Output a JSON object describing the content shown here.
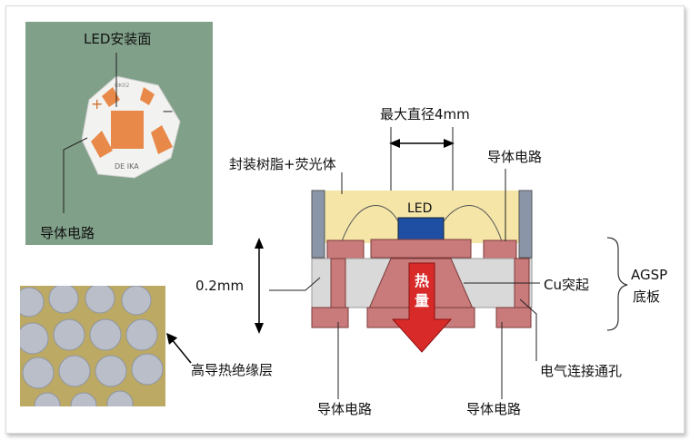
{
  "labels": {
    "led_surface": "LED安装面",
    "board_conductor": "导体电路",
    "max_diameter": "最大直径4mm",
    "resin": "封装树脂+荧光体",
    "conductor_top": "导体电路",
    "led": "LED",
    "thickness": "0.2mm",
    "heat_1": "热",
    "heat_2": "量",
    "cu_bump": "Cu突起",
    "agsp_1": "AGSP",
    "agsp_2": "底板",
    "insulation": "高导热绝缘层",
    "via": "电气连接通孔",
    "conductor_bottom_left": "导体电路",
    "conductor_bottom_right": "导体电路"
  },
  "board_print": {
    "plus": "+",
    "minus": "−",
    "brand": "DE IKA",
    "code": "OK02"
  },
  "colors": {
    "resin": "#f5e6a8",
    "led_chip": "#1f4fa3",
    "conductor": "#c97b7b",
    "substrate": "#d9d9d9",
    "wall": "#8a96a8",
    "heat_arrow": "#d92a2a",
    "pcb_background": "#7f9a84",
    "pad": "#e8894a"
  }
}
